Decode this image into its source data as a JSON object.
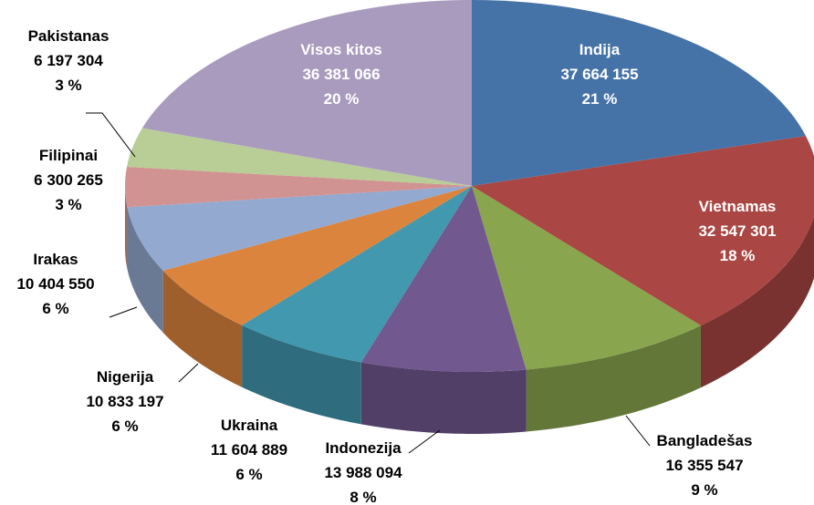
{
  "chart_data": {
    "type": "pie",
    "title": "",
    "slices": [
      {
        "name": "Indija",
        "value": "37 664 155",
        "percent": "21 %",
        "color": "#4673A7"
      },
      {
        "name": "Vietnamas",
        "value": "32 547 301",
        "percent": "18 %",
        "color": "#AA4643"
      },
      {
        "name": "Bangladešas",
        "value": "16 355 547",
        "percent": "9 %",
        "color": "#89A54E"
      },
      {
        "name": "Indonezija",
        "value": "13 988 094",
        "percent": "8 %",
        "color": "#71588F"
      },
      {
        "name": "Ukraina",
        "value": "11 604 889",
        "percent": "6 %",
        "color": "#4198AF"
      },
      {
        "name": "Nigerija",
        "value": "10 833 197",
        "percent": "6 %",
        "color": "#DB843D"
      },
      {
        "name": "Irakas",
        "value": "10 404 550",
        "percent": "6 %",
        "color": "#93A9CF"
      },
      {
        "name": "Filipinai",
        "value": "6 300 265",
        "percent": "3 %",
        "color": "#D19392"
      },
      {
        "name": "Pakistanas",
        "value": "6 197 304",
        "percent": "3 %",
        "color": "#B9CD96"
      },
      {
        "name": "Visos kitos",
        "value": "36 381 066",
        "percent": "20 %",
        "color": "#A99BBD"
      }
    ]
  }
}
